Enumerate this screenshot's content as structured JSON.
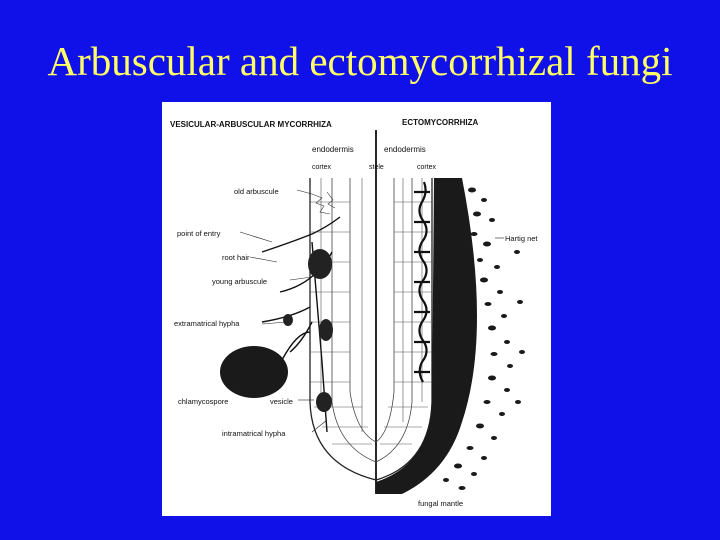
{
  "slide": {
    "title": "Arbuscular and ectomycorrhizal fungi"
  },
  "figure": {
    "left_heading": "VESICULAR-ARBUSCULAR MYCORRHIZA",
    "right_heading": "ECTOMYCORRHIZA",
    "top_labels": {
      "endodermis_left": "endodermis",
      "endodermis_right": "endodermis",
      "cortex_left": "cortex",
      "stele": "stele",
      "cortex_right": "cortex"
    },
    "left_labels": {
      "old_arbuscule": "old arbuscule",
      "point_of_entry": "point of entry",
      "root_hair": "root hair",
      "young_arbuscule": "young arbuscule",
      "extramatrical_hypha": "extramatrical hypha",
      "chlamydospore": "chlamycospore",
      "vesicle": "vesicle",
      "intramatrical_hypha": "intramatrical hypha"
    },
    "right_labels": {
      "hartig_net": "Hartig net",
      "fungal_mantle": "fungal mantle"
    }
  }
}
